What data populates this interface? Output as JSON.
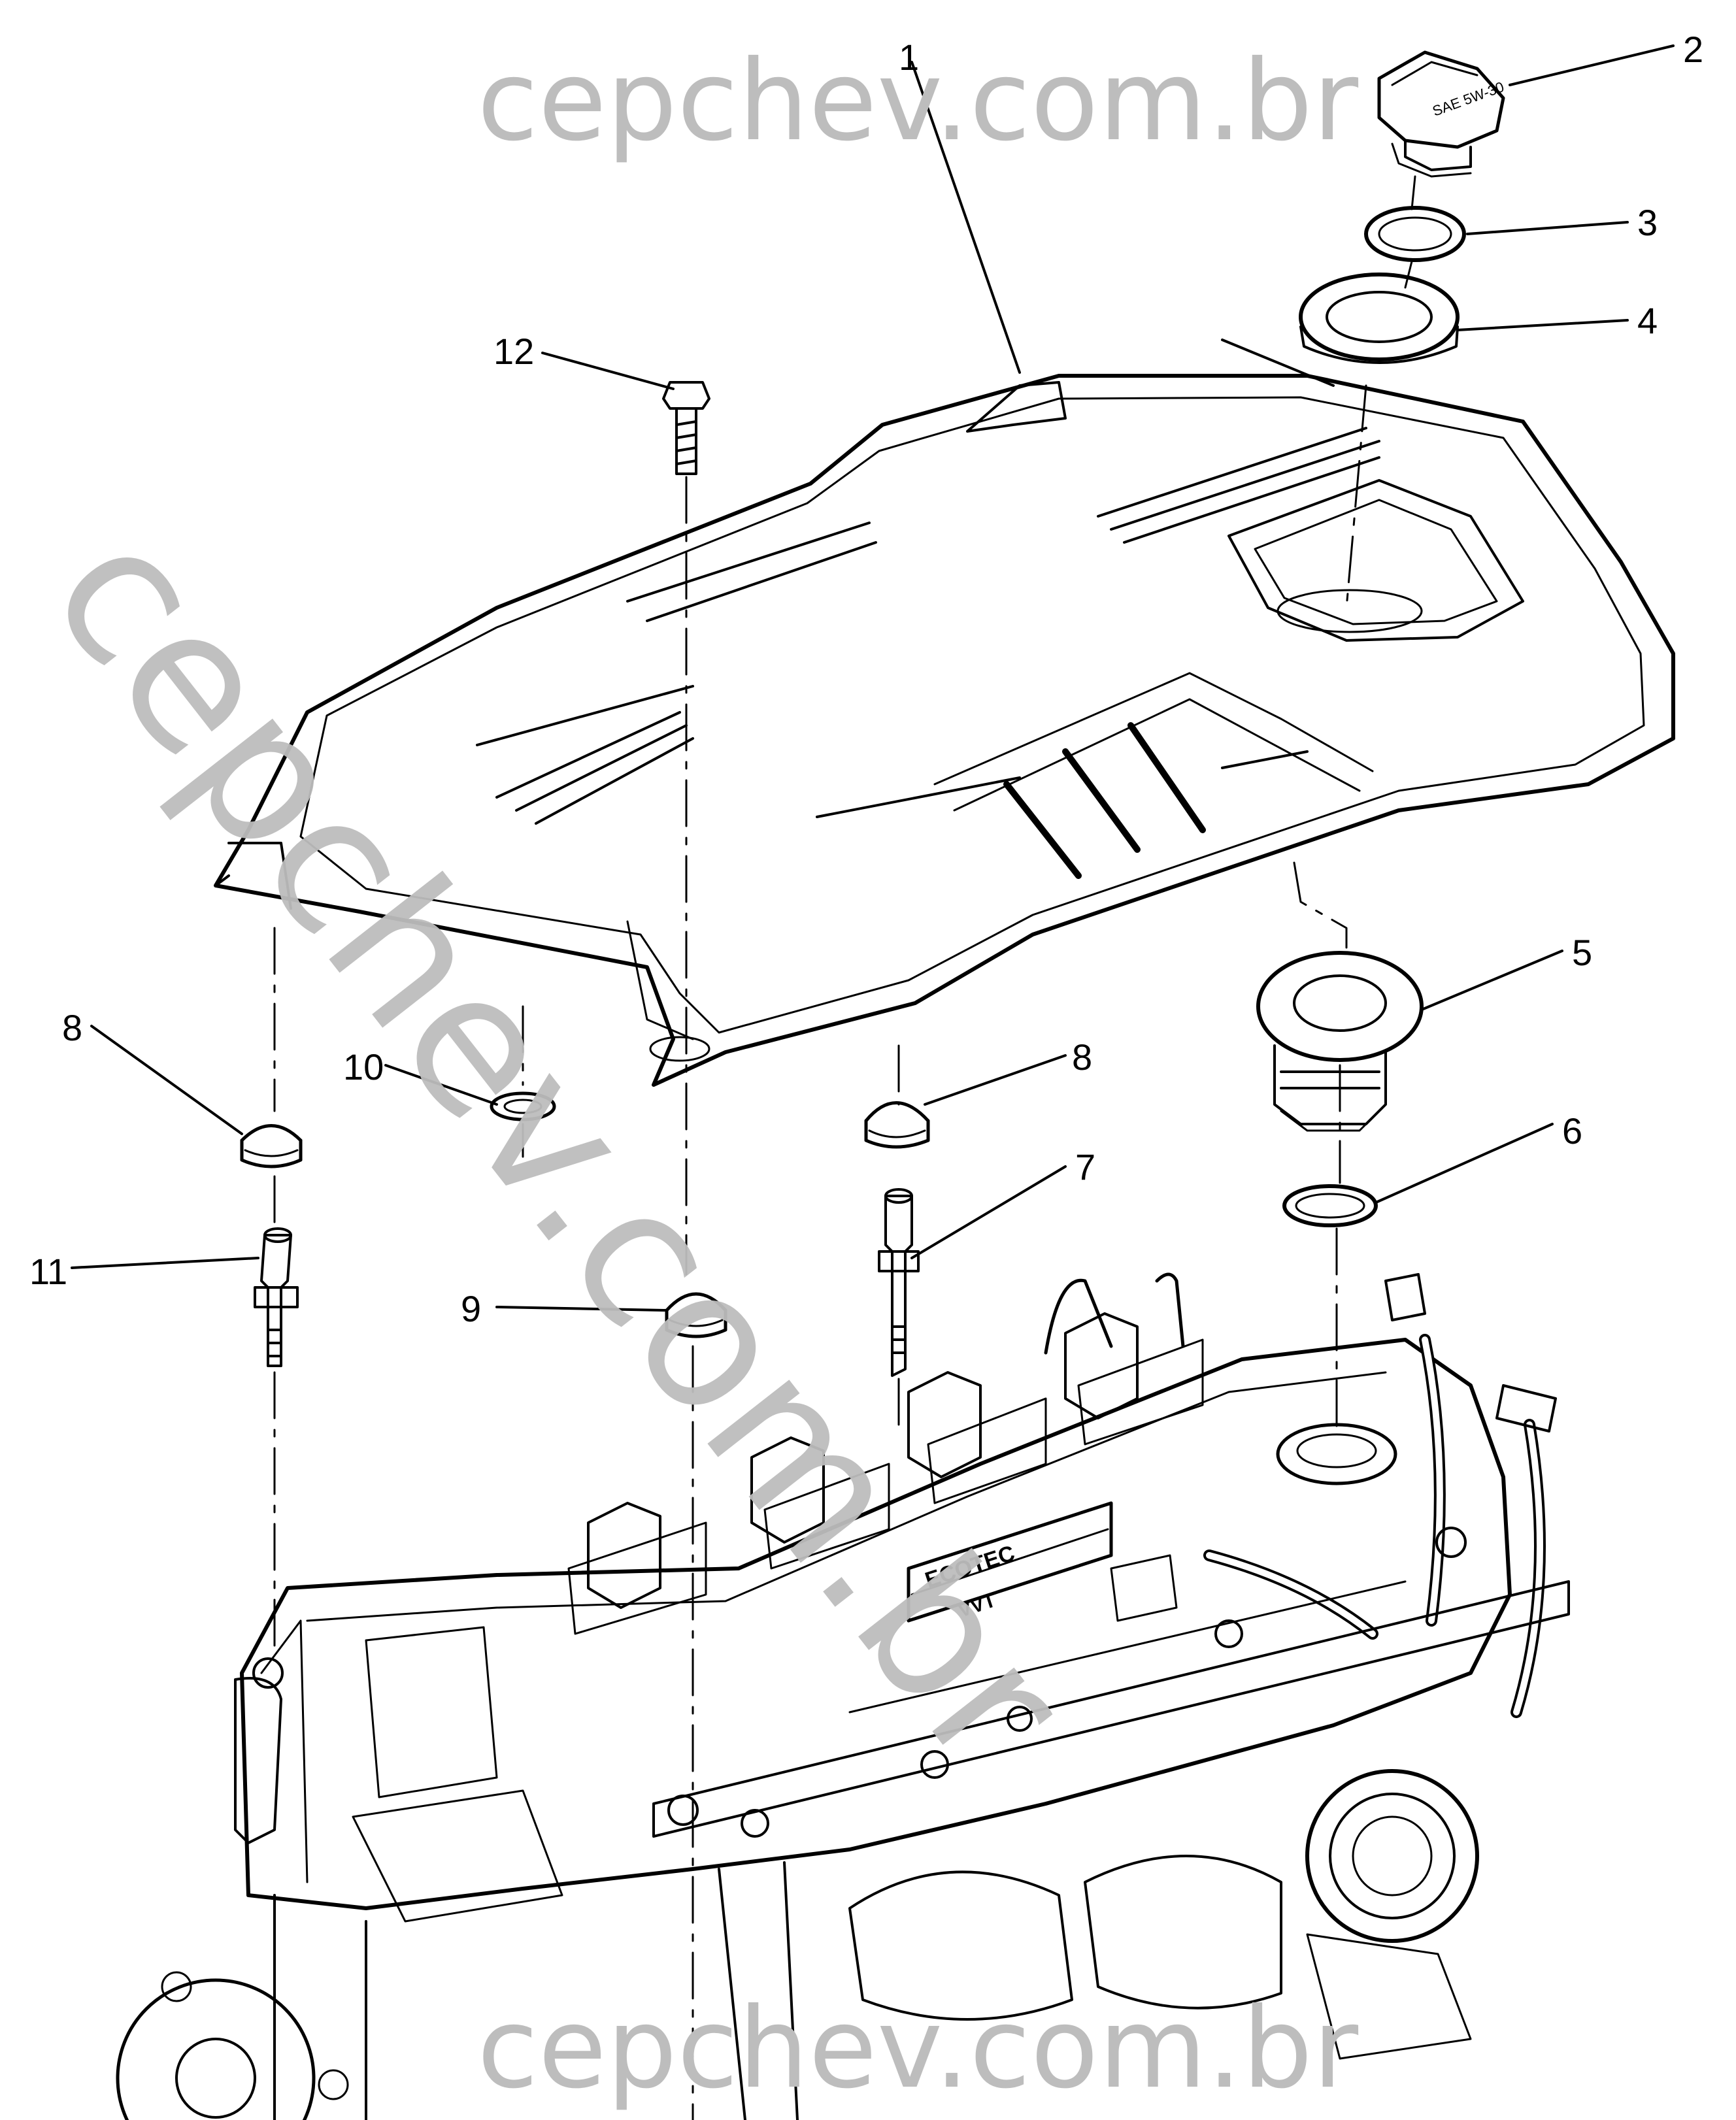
{
  "callouts": {
    "c1": "1",
    "c2": "2",
    "c3": "3",
    "c4": "4",
    "c5": "5",
    "c6": "6",
    "c7": "7",
    "c8a": "8",
    "c8b": "8",
    "c9": "9",
    "c10": "10",
    "c11": "11",
    "c12": "12"
  },
  "watermark": {
    "top": "cepchev.com.br",
    "bottom": "cepchev.com.br",
    "diagonal": "cepchev.com.br"
  },
  "engine_labels": {
    "badge_top": "ECOTEC",
    "badge_bottom": "VVT"
  },
  "oil_cap_text": "SAE 5W-30"
}
